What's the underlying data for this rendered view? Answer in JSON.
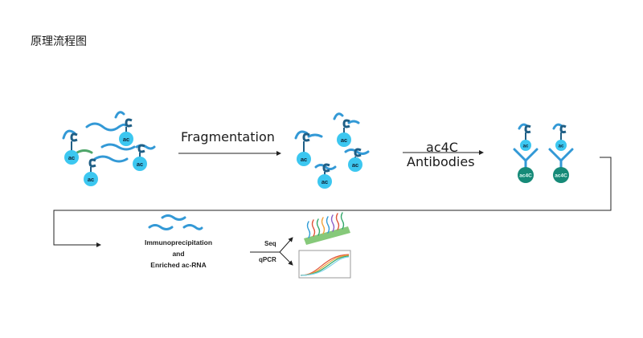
{
  "title": "原理流程图",
  "steps": {
    "fragmentation": "Fragmentation",
    "antibody_line1": "ac4C",
    "antibody_line2": "Antibodies"
  },
  "ip": {
    "line1": "Immunoprecipitation",
    "line2": "and",
    "line3": "Enriched ac-RNA"
  },
  "branches": {
    "upper": "Seq",
    "lower": "qPCR"
  },
  "marks": {
    "ac": "ac",
    "ac4c": "ac4C"
  },
  "colors": {
    "rna_strand": "#3399d6",
    "ac_bead": "#3cc7f0",
    "antibody": "#3399d6",
    "antibody_bead": "#168a78",
    "sequencing_chip": "#86c97a",
    "curve_red": "#e0533a",
    "curve_orange": "#f0a23a",
    "curve_green": "#33a86a"
  },
  "icons": [
    "rna-strand-icon",
    "ac-bead-icon",
    "antibody-icon",
    "sequencing-chip-icon",
    "qpcr-curve-icon"
  ]
}
